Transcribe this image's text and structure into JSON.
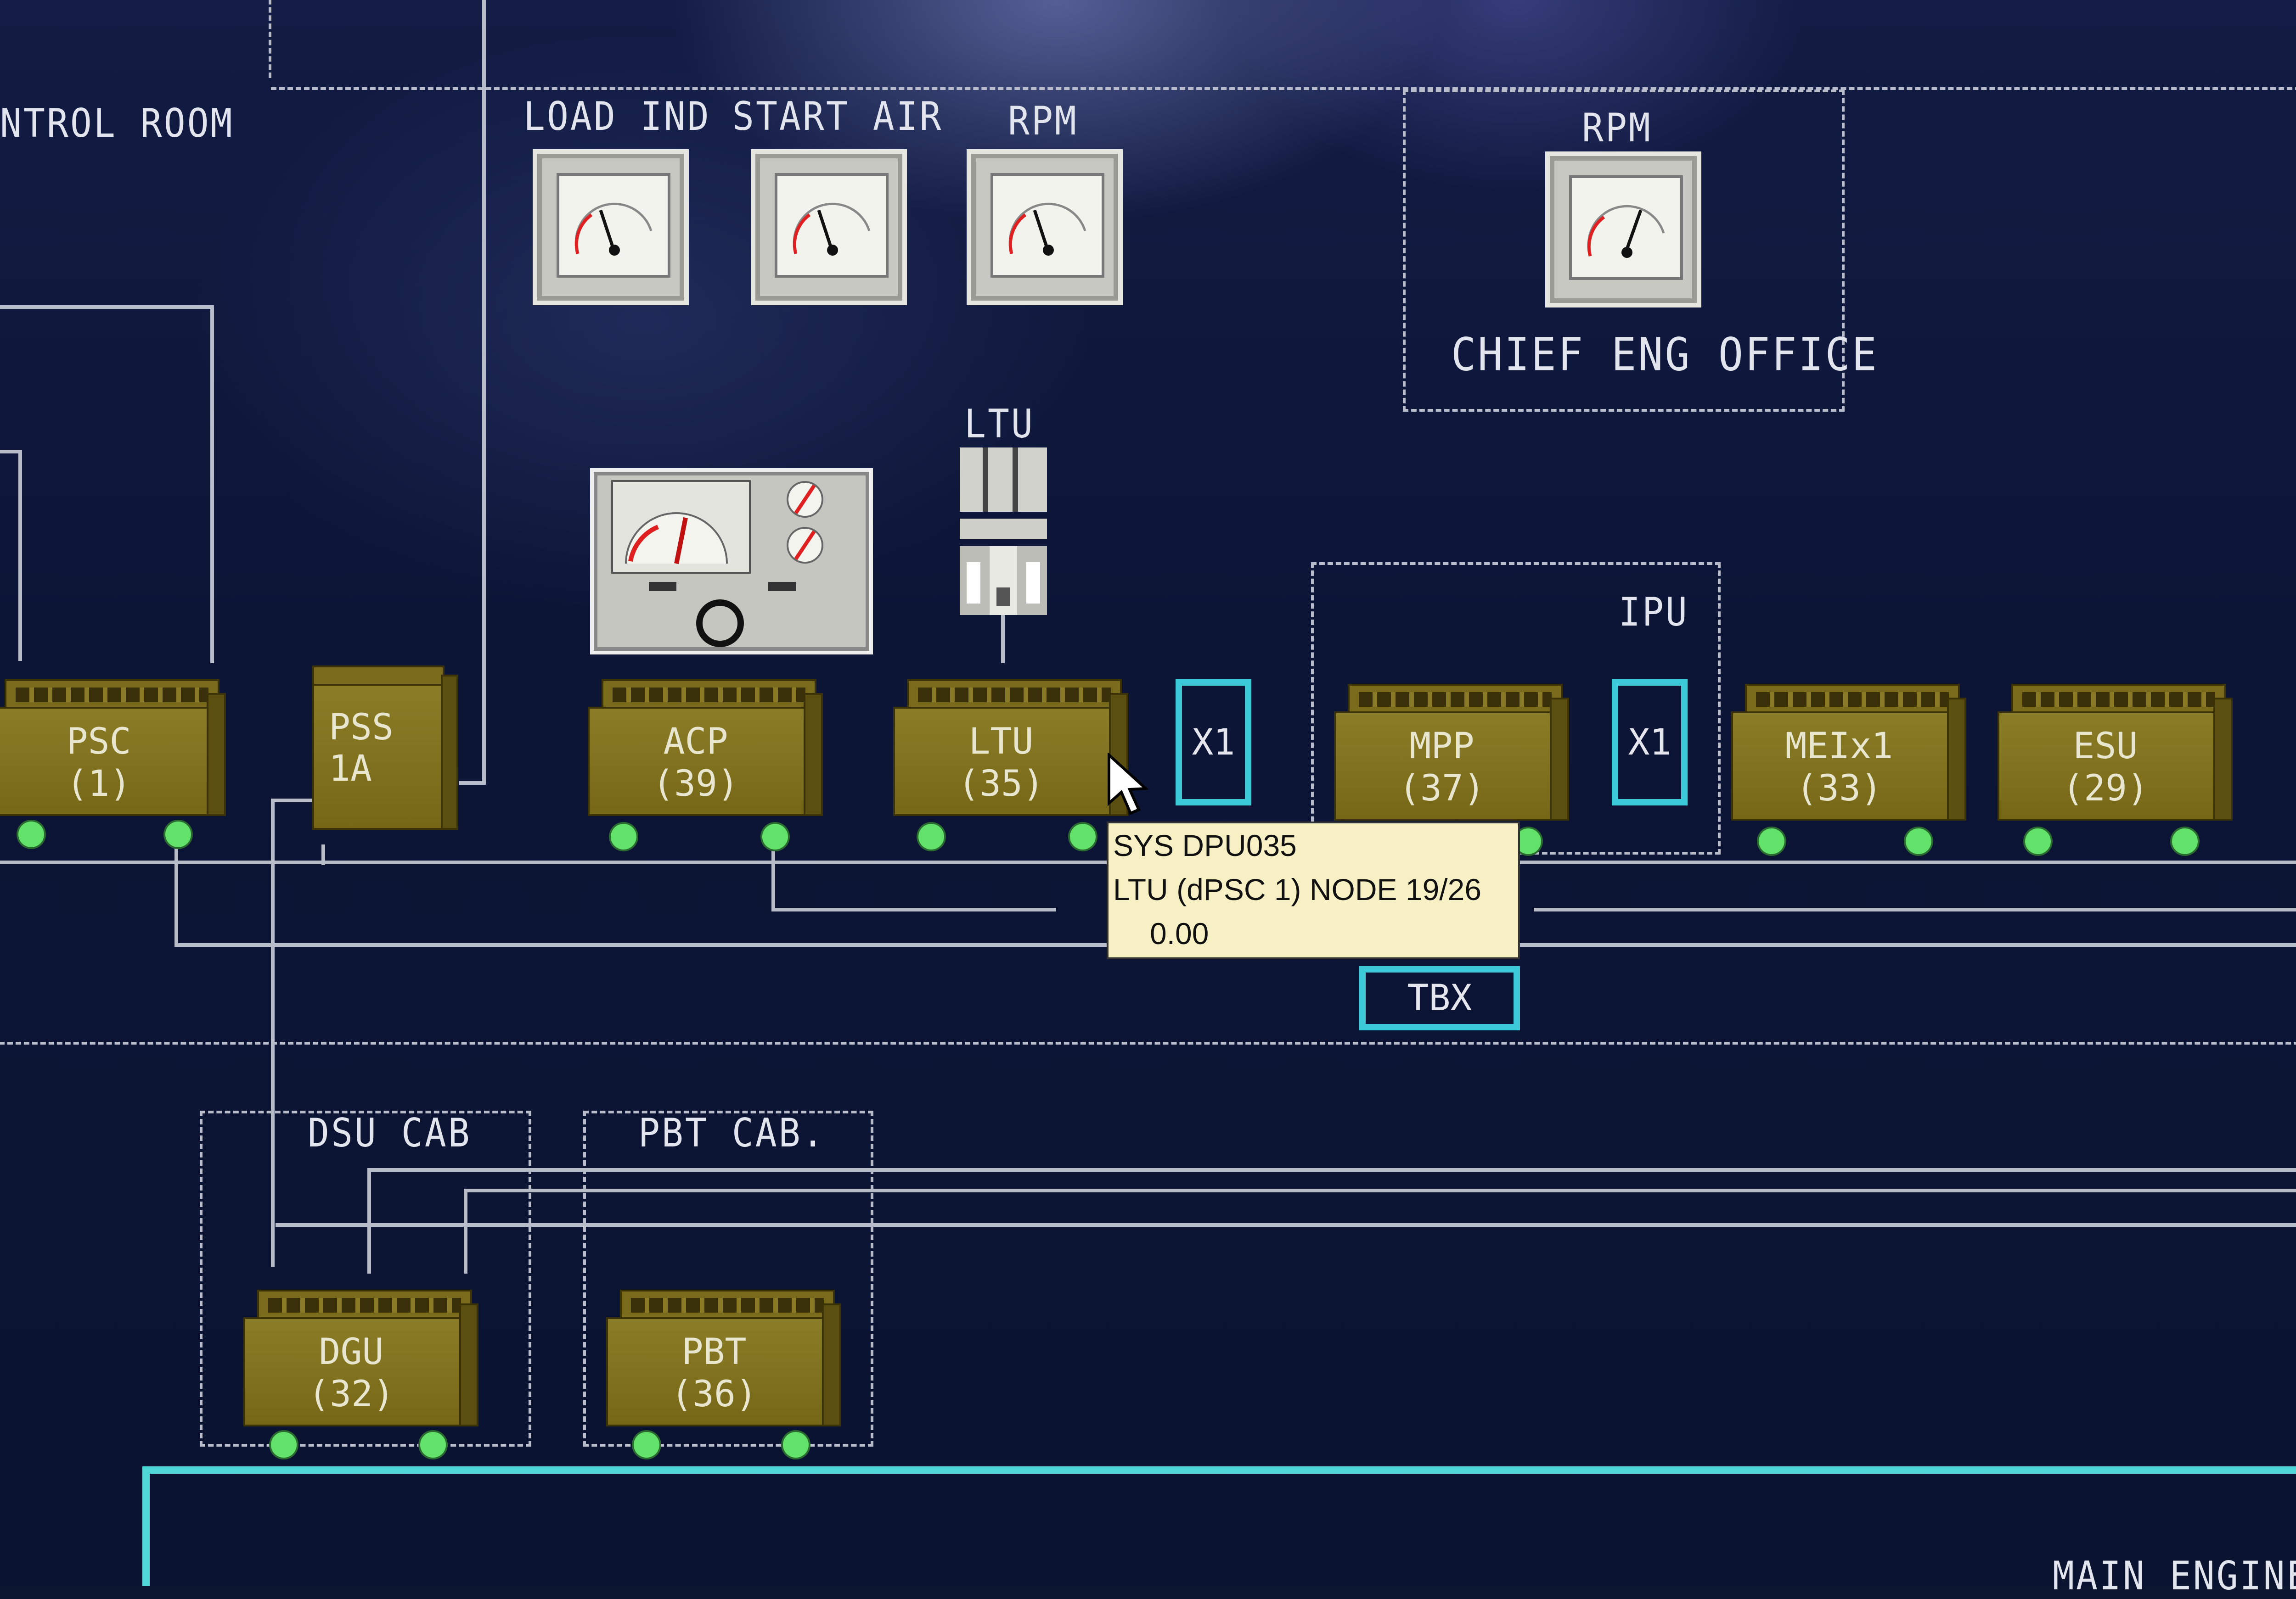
{
  "labels": {
    "control_room": "NTROL ROOM",
    "load_ind": "LOAD IND",
    "start_air": "START AIR",
    "rpm_1": "RPM",
    "rpm_2": "RPM",
    "chief_eng_office": "CHIEF ENG OFFICE",
    "ltu": "LTU",
    "ipu": "IPU",
    "dsu_cab": "DSU CAB",
    "pbt_cab": "PBT CAB.",
    "main_engine": "MAIN ENGINE"
  },
  "nodes": [
    {
      "id": "psc",
      "name": "PSC",
      "num": "(1)"
    },
    {
      "id": "pss",
      "name": "PSS",
      "num": "1A"
    },
    {
      "id": "acp",
      "name": "ACP",
      "num": "(39)"
    },
    {
      "id": "ltu",
      "name": "LTU",
      "num": "(35)"
    },
    {
      "id": "mpp",
      "name": "MPP",
      "num": "(37)"
    },
    {
      "id": "meix1",
      "name": "MEIx1",
      "num": "(33)"
    },
    {
      "id": "esu",
      "name": "ESU",
      "num": "(29)"
    },
    {
      "id": "dgu",
      "name": "DGU",
      "num": "(32)"
    },
    {
      "id": "pbt",
      "name": "PBT",
      "num": "(36)"
    }
  ],
  "buttons": {
    "x1_a": "X1",
    "x1_b": "X1",
    "tbx": "TBX"
  },
  "tooltip": {
    "line1": "SYS DPU035",
    "line2": "LTU (dPSC 1) NODE 19/26",
    "line3": "0.00"
  },
  "colors": {
    "background": "#0b1530",
    "node_fill": "#8b7d27",
    "status_ok": "#62e26a",
    "highlight": "#3cc9d8",
    "tooltip_bg": "#f7f0c4"
  },
  "icons": {
    "gauge": "analog-gauge-icon",
    "cursor": "mouse-pointer-icon"
  }
}
